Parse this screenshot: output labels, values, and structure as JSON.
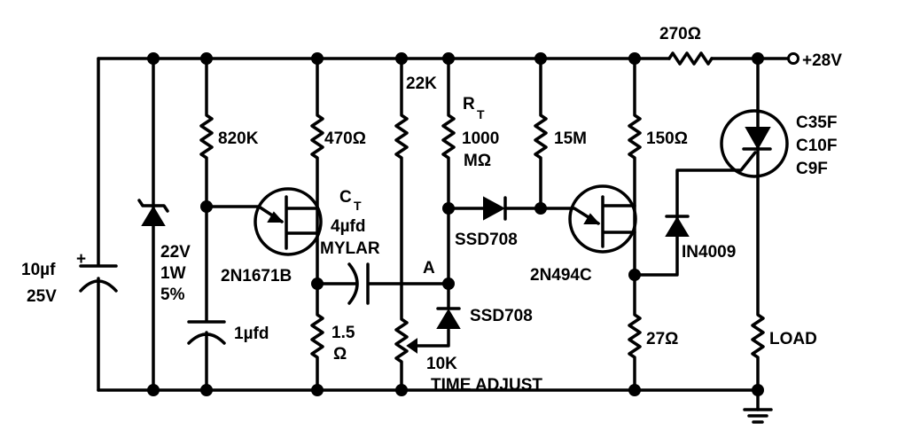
{
  "supply": {
    "label": "+28V",
    "series_resistor": "270Ω"
  },
  "input_cap": {
    "value": "10µf",
    "voltage": "25V",
    "polarity": "+"
  },
  "zener": {
    "voltage": "22V",
    "power": "1W",
    "tolerance": "5%"
  },
  "r_820k": "820K",
  "cap_1uf": "1µfd",
  "r_470": "470Ω",
  "ujt1": "2N1671B",
  "r_1_5": {
    "value": "1.5",
    "unit": "Ω"
  },
  "ct": {
    "name": "C",
    "sub": "T",
    "value": "4µfd",
    "type": "MYLAR"
  },
  "r_22k": "22K",
  "node_a": "A",
  "pot": {
    "value": "10K",
    "label": "TIME ADJUST"
  },
  "rt": {
    "name": "R",
    "sub": "T",
    "value": "1000",
    "unit": "MΩ"
  },
  "diode_series": "SSD708",
  "diode_shunt": "SSD708",
  "r_15m": "15M",
  "r_150": "150Ω",
  "ujt2": "2N494C",
  "r_27": "27Ω",
  "diode_gate": "IN4009",
  "scr": {
    "types": [
      "C35F",
      "C10F",
      "C9F"
    ]
  },
  "load": "LOAD"
}
